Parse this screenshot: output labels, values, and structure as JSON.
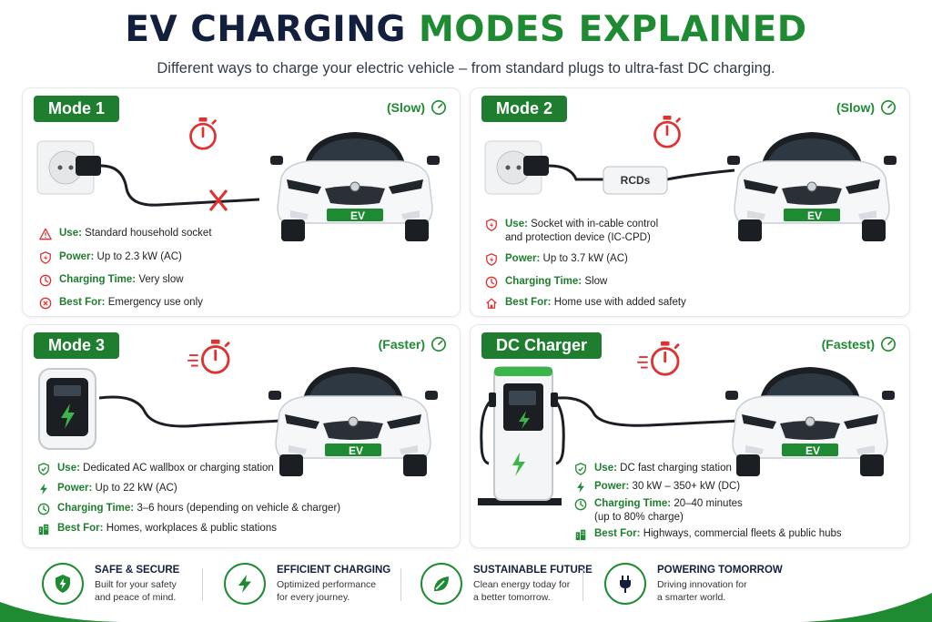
{
  "header": {
    "title_part1": "EV CHARGING",
    "title_part2": "MODES EXPLAINED",
    "subtitle": "Different ways to charge your electric vehicle – from standard plugs to ultra-fast DC charging."
  },
  "colors": {
    "brand_green": "#1e7d2e",
    "navy": "#13203d",
    "warn_red": "#e03131"
  },
  "car_label": "EV",
  "modes": [
    {
      "badge": "Mode 1",
      "speed": "(Slow)",
      "features": [
        {
          "icon": "warning-icon",
          "label": "Use:",
          "text": "Standard household socket"
        },
        {
          "icon": "power-icon",
          "label": "Power:",
          "text": "Up to 2.3 kW (AC)"
        },
        {
          "icon": "clock-icon",
          "label": "Charging Time:",
          "text": "Very slow"
        },
        {
          "icon": "x-circle-icon",
          "label": "Best For:",
          "text": "Emergency use only"
        }
      ]
    },
    {
      "badge": "Mode 2",
      "speed": "(Slow)",
      "device_label": "RCDs",
      "features": [
        {
          "icon": "power-icon",
          "label": "Use:",
          "text": "Socket with in-cable control",
          "text2": "and protection device (IC-CPD)"
        },
        {
          "icon": "power-icon",
          "label": "Power:",
          "text": "Up to 3.7 kW (AC)"
        },
        {
          "icon": "clock-icon",
          "label": "Charging Time:",
          "text": "Slow"
        },
        {
          "icon": "home-icon",
          "label": "Best For:",
          "text": "Home use with added safety"
        }
      ]
    },
    {
      "badge": "Mode 3",
      "speed": "(Faster)",
      "features": [
        {
          "icon": "shield-icon",
          "label": "Use:",
          "text": "Dedicated AC wallbox or charging station"
        },
        {
          "icon": "bolt-icon",
          "label": "Power:",
          "text": "Up to 22 kW (AC)"
        },
        {
          "icon": "clock-icon",
          "label": "Charging Time:",
          "text": "3–6 hours (depending on vehicle & charger)"
        },
        {
          "icon": "building-icon",
          "label": "Best For:",
          "text": "Homes, workplaces & public stations"
        }
      ]
    },
    {
      "badge": "DC Charger",
      "speed": "(Fastest)",
      "features": [
        {
          "icon": "shield-icon",
          "label": "Use:",
          "text": "DC fast charging station"
        },
        {
          "icon": "bolt-icon",
          "label": "Power:",
          "text": "30 kW – 350+ kW (DC)"
        },
        {
          "icon": "clock-icon",
          "label": "Charging Time:",
          "text": "20–40 minutes",
          "text2": "(up to 80% charge)"
        },
        {
          "icon": "building-icon",
          "label": "Best For:",
          "text": "Highways, commercial fleets & public hubs"
        }
      ]
    }
  ],
  "footer": [
    {
      "icon": "shield-bolt-icon",
      "title": "SAFE & SECURE",
      "line1": "Built for your safety",
      "line2": "and peace of mind."
    },
    {
      "icon": "bolt-icon",
      "title": "EFFICIENT CHARGING",
      "line1": "Optimized performance",
      "line2": "for every journey."
    },
    {
      "icon": "leaf-icon",
      "title": "SUSTAINABLE FUTURE",
      "line1": "Clean energy today for",
      "line2": "a better tomorrow."
    },
    {
      "icon": "plug-icon",
      "title": "POWERING TOMORROW",
      "line1": "Driving innovation for",
      "line2": "a smarter world."
    }
  ]
}
